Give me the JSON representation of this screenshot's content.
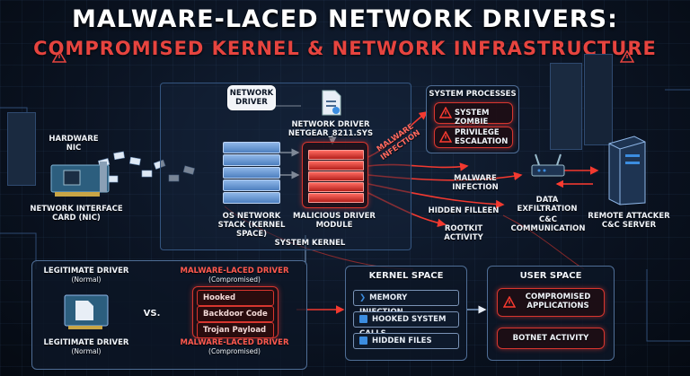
{
  "title": "MALWARE-LACED NETWORK DRIVERS:",
  "subtitle": "COMPROMISED KERNEL & NETWORK INFRASTRUCTURE",
  "hardware_nic": "HARDWARE NIC",
  "nic_card": "NETWORK INTERFACE CARD (NIC)",
  "network_driver_tag": "NETWORK DRIVER",
  "driver_file": "NETWORK DRIVER NETGEAR_8211.SYS",
  "os_stack": "OS NETWORK STACK (KERNEL SPACE)",
  "malicious_module": "MALICIOUS DRIVER MODULE",
  "system_kernel": "SYSTEM KERNEL",
  "malware_infection_diag": "MALWARE INFECTION",
  "system_processes": {
    "title": "SYSTEM PROCESSES",
    "items": [
      "SYSTEM ZOMBIE",
      "PRIVILEGE ESCALATION"
    ]
  },
  "flow_labels": {
    "malware_infection": "MALWARE INFECTION",
    "hidden": "HIDDEN FILLEEN",
    "rootkit": "ROOTKIT ACTIVITY",
    "exfil": "DATA EXFILTRATION",
    "cnc": "C&C COMMUNICATION"
  },
  "remote_attacker": "REMOTE ATTACKER C&C SERVER",
  "comparison": {
    "legit_top": "LEGITIMATE DRIVER",
    "legit_top_sub": "(Normal)",
    "legit_bottom": "LEGITIMATE DRIVER",
    "legit_bottom_sub": "(Normal)",
    "vs": "VS.",
    "mal_top": "MALWARE-LACED DRIVER",
    "mal_top_sub": "(Compromised)",
    "mal_items": [
      "Hooked Functions",
      "Backdoor Code",
      "Trojan Payload"
    ],
    "mal_bottom": "MALWARE-LACED DRIVER",
    "mal_bottom_sub": "(Compromised)"
  },
  "kernel_space": {
    "title": "KERNEL SPACE",
    "items": [
      "MEMORY INJECTION",
      "HOOKED SYSTEM CALLS",
      "HIDDEN FILES"
    ]
  },
  "user_space": {
    "title": "USER SPACE",
    "items": [
      "COMPROMISED APPLICATIONS",
      "BOTNET ACTIVITY"
    ]
  },
  "colors": {
    "accent_red": "#e6443f",
    "panel_blue": "#4f6e96",
    "link_blue": "#3c8de0"
  }
}
